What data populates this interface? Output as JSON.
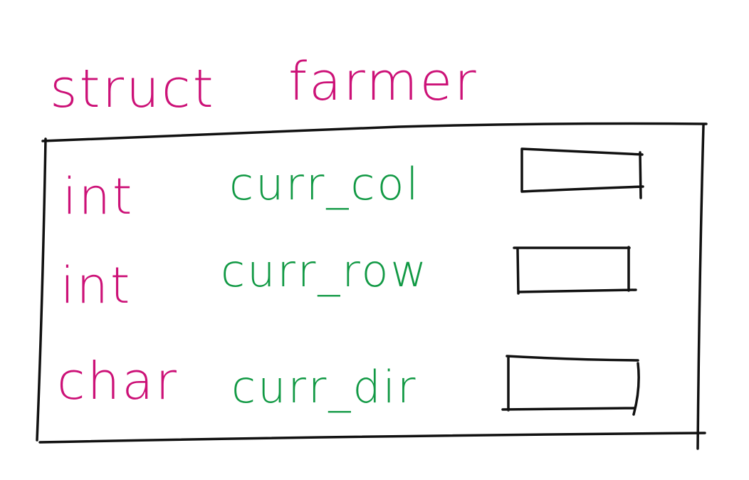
{
  "struct": {
    "keyword": "struct",
    "name": "farmer"
  },
  "fields": [
    {
      "type": "int",
      "name": "curr_col"
    },
    {
      "type": "int",
      "name": "curr_row"
    },
    {
      "type": "char",
      "name": "curr_dir"
    }
  ],
  "colors": {
    "type_text": "#cc1177",
    "field_text": "#119944",
    "ink": "#111111",
    "background": "#ffffff"
  }
}
